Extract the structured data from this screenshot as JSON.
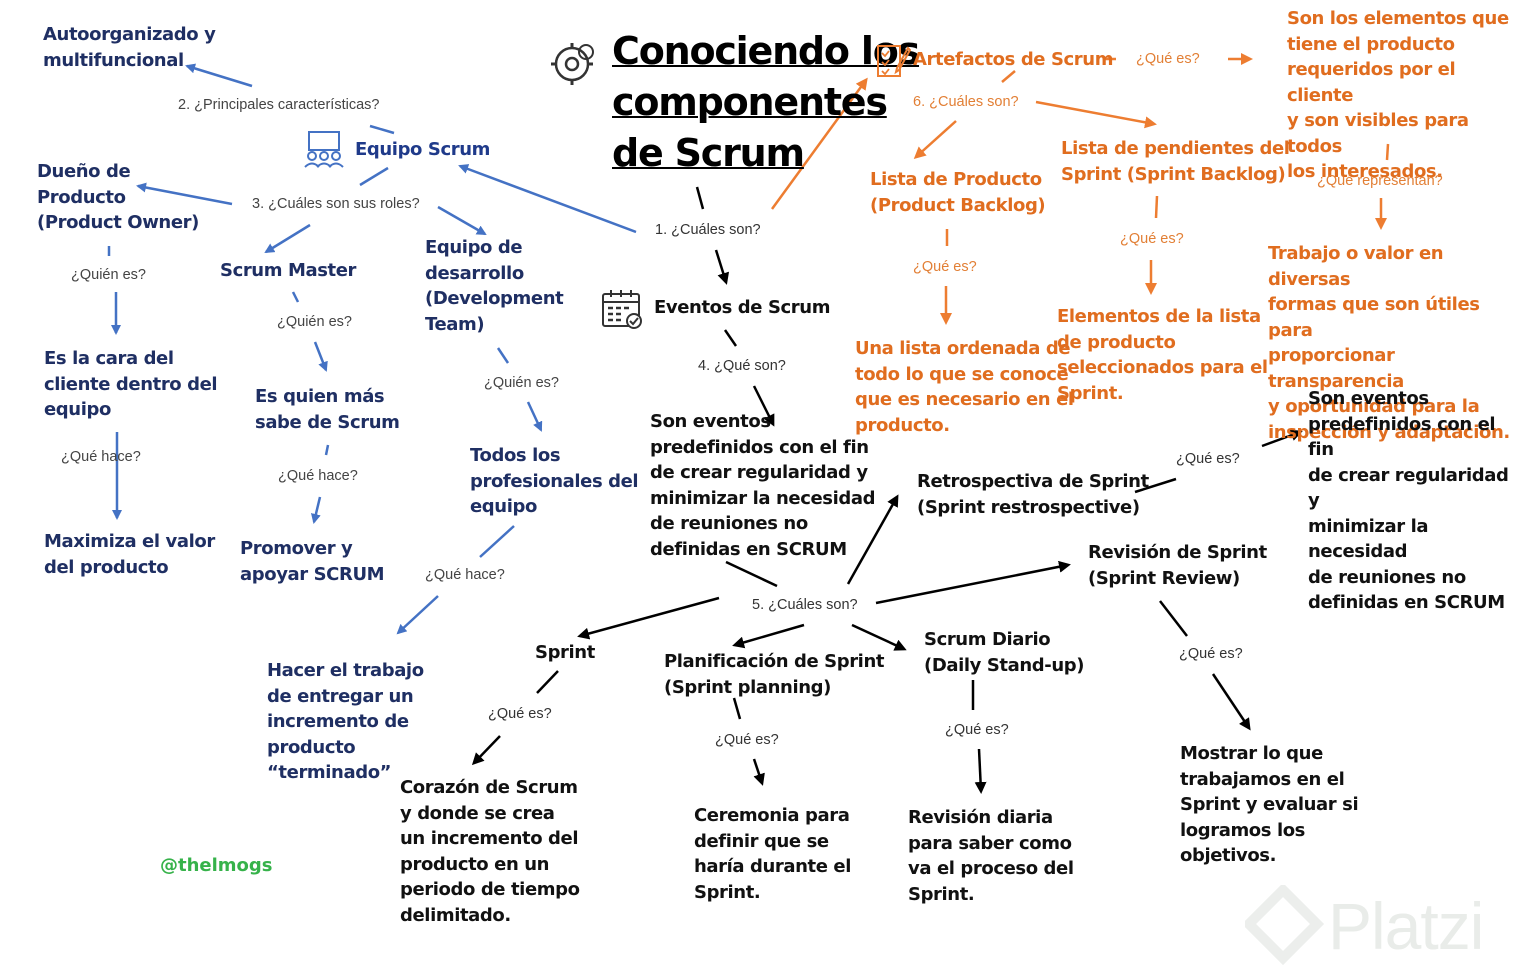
{
  "title": "Conociendo los\ncomponentes\nde Scrum",
  "handle": "@thelmogs",
  "watermark": "Platzi",
  "colors": {
    "team": "#1f2f63",
    "team_arrow": "#4472c4",
    "artifacts": "#e06d1f",
    "events": "#111111",
    "handle": "#36b24a"
  },
  "icons": {
    "title": "gears-icon",
    "team": "team-meeting-icon",
    "artifacts": "checklist-icon",
    "events": "calendar-check-icon"
  },
  "hub": {
    "question": "1. ¿Cuáles son?"
  },
  "team": {
    "label": "Equipo Scrum",
    "q_characteristics": "2. ¿Principales características?",
    "characteristic": "Autoorganizado y\nmultifuncional",
    "q_roles": "3. ¿Cuáles son sus roles?",
    "product_owner": {
      "label": "Dueño de\nProducto\n(Product Owner)",
      "q_who": "¿Quién es?",
      "who": "Es la cara del\ncliente dentro del\nequipo",
      "q_does": "¿Qué hace?",
      "does": "Maximiza el valor\ndel producto"
    },
    "scrum_master": {
      "label": "Scrum Master",
      "q_who": "¿Quién es?",
      "who": "Es quien más\nsabe de Scrum",
      "q_does": "¿Qué hace?",
      "does": "Promover y\napoyar SCRUM"
    },
    "dev_team": {
      "label": "Equipo de\ndesarrollo\n(Development\nTeam)",
      "q_who": "¿Quién es?",
      "who": "Todos los\nprofesionales  del\nequipo",
      "q_does": "¿Qué hace?",
      "does": "Hacer el trabajo\nde entregar un\nincremento de\nproducto\n“terminado”"
    }
  },
  "artifacts": {
    "label": "Artefactos de  Scrum",
    "q_what": "¿Qué es?",
    "what": "Son los elementos que\ntiene el producto\nrequeridos por el cliente\ny son visibles para todos\nlos interesados.",
    "q_represent": "¿Qué representan?",
    "represent": "Trabajo o valor en diversas\nformas que son útiles para\nproporcionar transparencia\ny oportunidad para la\ninspección y adaptación.",
    "q_which": "6. ¿Cuáles son?",
    "product_backlog": {
      "label": "Lista de Producto\n(Product Backlog)",
      "q_what": "¿Qué es?",
      "what": "Una lista ordenada de\ntodo lo que se conoce\nque es necesario en el\nproducto."
    },
    "sprint_backlog": {
      "label": "Lista de pendientes del\nSprint (Sprint Backlog)",
      "q_what": "¿Qué es?",
      "what": "Elementos de la lista\nde producto\nseleccionados para el\nSprint."
    }
  },
  "events": {
    "label": "Eventos de Scrum",
    "q_what": "4. ¿Qué son?",
    "what": "Son eventos\npredefinidos con el fin\nde crear regularidad y\nminimizar la necesidad\nde reuniones no\ndefinidas en SCRUM",
    "q_which": "5. ¿Cuáles son?",
    "sprint": {
      "label": "Sprint",
      "q_what": "¿Qué es?",
      "what": "Corazón de Scrum\ny donde se crea\nun incremento del\nproducto en un\nperiodo de tiempo\ndelimitado."
    },
    "planning": {
      "label": "Planificación de Sprint\n(Sprint planning)",
      "q_what": "¿Qué es?",
      "what": "Ceremonia para\ndefinir que se\nharía durante el\nSprint."
    },
    "daily": {
      "label": "Scrum Diario\n(Daily Stand-up)",
      "q_what": "¿Qué es?",
      "what": "Revisión diaria\npara saber como\nva el proceso del\nSprint."
    },
    "review": {
      "label": "Revisión de Sprint\n(Sprint Review)",
      "q_what": "¿Qué es?",
      "what": "Mostrar lo que\ntrabajamos en el\nSprint y evaluar si\nlogramos los\nobjetivos."
    },
    "retro": {
      "label": "Retrospectiva de Sprint\n(Sprint restrospective)",
      "q_what": "¿Qué es?",
      "what": "Son eventos\npredefinidos con el fin\nde crear regularidad y\nminimizar la necesidad\nde reuniones no\ndefinidas en SCRUM"
    }
  }
}
